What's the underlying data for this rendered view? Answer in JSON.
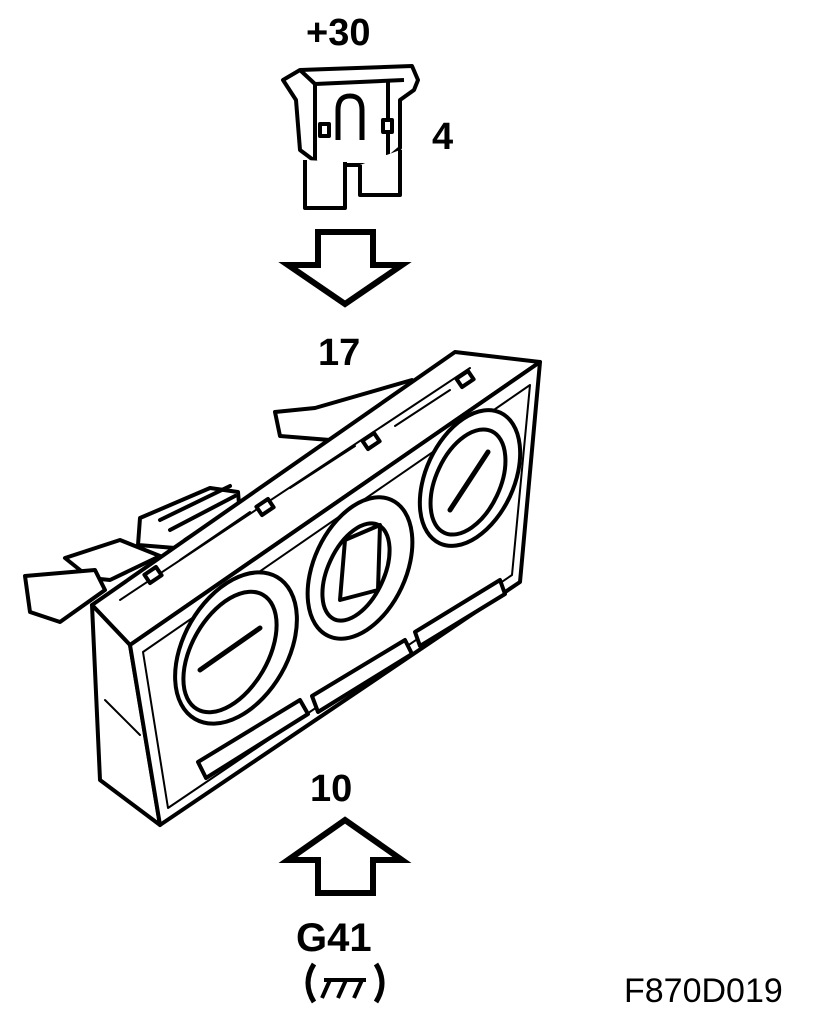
{
  "labels": {
    "supply": "+30",
    "fuse_number": "4",
    "input_pin": "17",
    "ground_pin": "10",
    "ground_point": "G41",
    "figure_code": "F870D019"
  },
  "icons": {
    "fuse": "blade-fuse-icon",
    "arrow_down": "arrow-down-icon",
    "arrow_up": "arrow-up-icon",
    "control_panel": "climate-control-panel",
    "ground": "chassis-ground-icon"
  },
  "colors": {
    "ink": "#000000",
    "paper": "#ffffff"
  }
}
